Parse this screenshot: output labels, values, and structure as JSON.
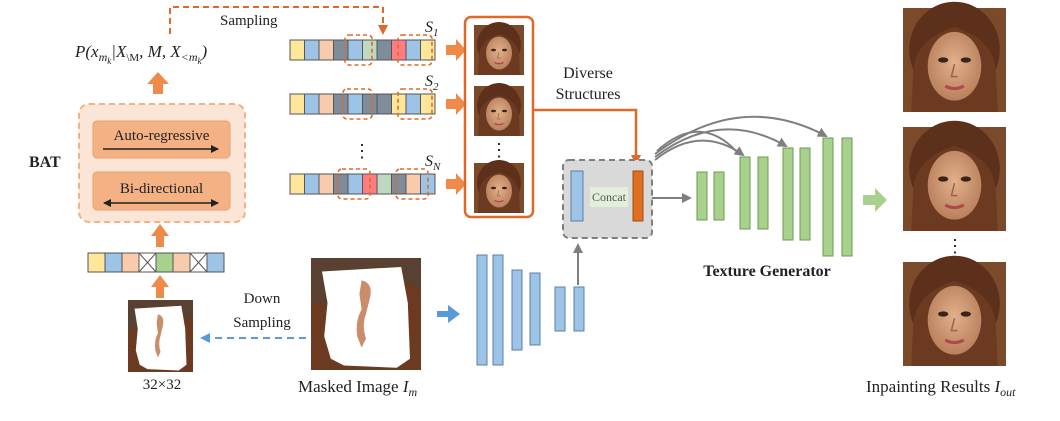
{
  "formula": {
    "main": "P(x",
    "sub_m": "m",
    "sub_k": "k",
    "mid": "|X",
    "sub_bs": "\\M",
    "tail": ", M, X",
    "sub_lt": "<m",
    "sub_lt_k": "k",
    "close": ")"
  },
  "sampling_label": "Sampling",
  "bat": {
    "label": "BAT",
    "module_top": "Auto-regressive",
    "module_bottom": "Bi-directional"
  },
  "sequences": {
    "s1": {
      "letter": "S",
      "sub": "1"
    },
    "s2": {
      "letter": "S",
      "sub": "2"
    },
    "sN": {
      "letter": "S",
      "sub": "N"
    },
    "ellipsis": "⋮"
  },
  "diverse_structures": [
    "Diverse",
    "Structures"
  ],
  "concat_label": "Concat",
  "texture_generator_label": "Texture Generator",
  "down_sampling": [
    "Down",
    "Sampling"
  ],
  "low_res_label": "32×32",
  "masked_image": {
    "text": "Masked Image ",
    "var": "I",
    "sub": "m"
  },
  "inpainting": {
    "text": "Inpainting Results ",
    "var": "I",
    "sub": "out"
  },
  "results_ellipsis": "⋮",
  "colors": {
    "orange": "#F08A4B",
    "orange_dark": "#E0692A",
    "blue_feature": "#9DC3E6",
    "green_feature": "#A9D18E",
    "gray_arrow": "#7F7F7F",
    "blue_arrow": "#5B9BD5",
    "bat_fill": "#FBE5D6",
    "module_fill": "#F4B183",
    "skin": "#C8906A",
    "hair": "#6B3A20"
  }
}
